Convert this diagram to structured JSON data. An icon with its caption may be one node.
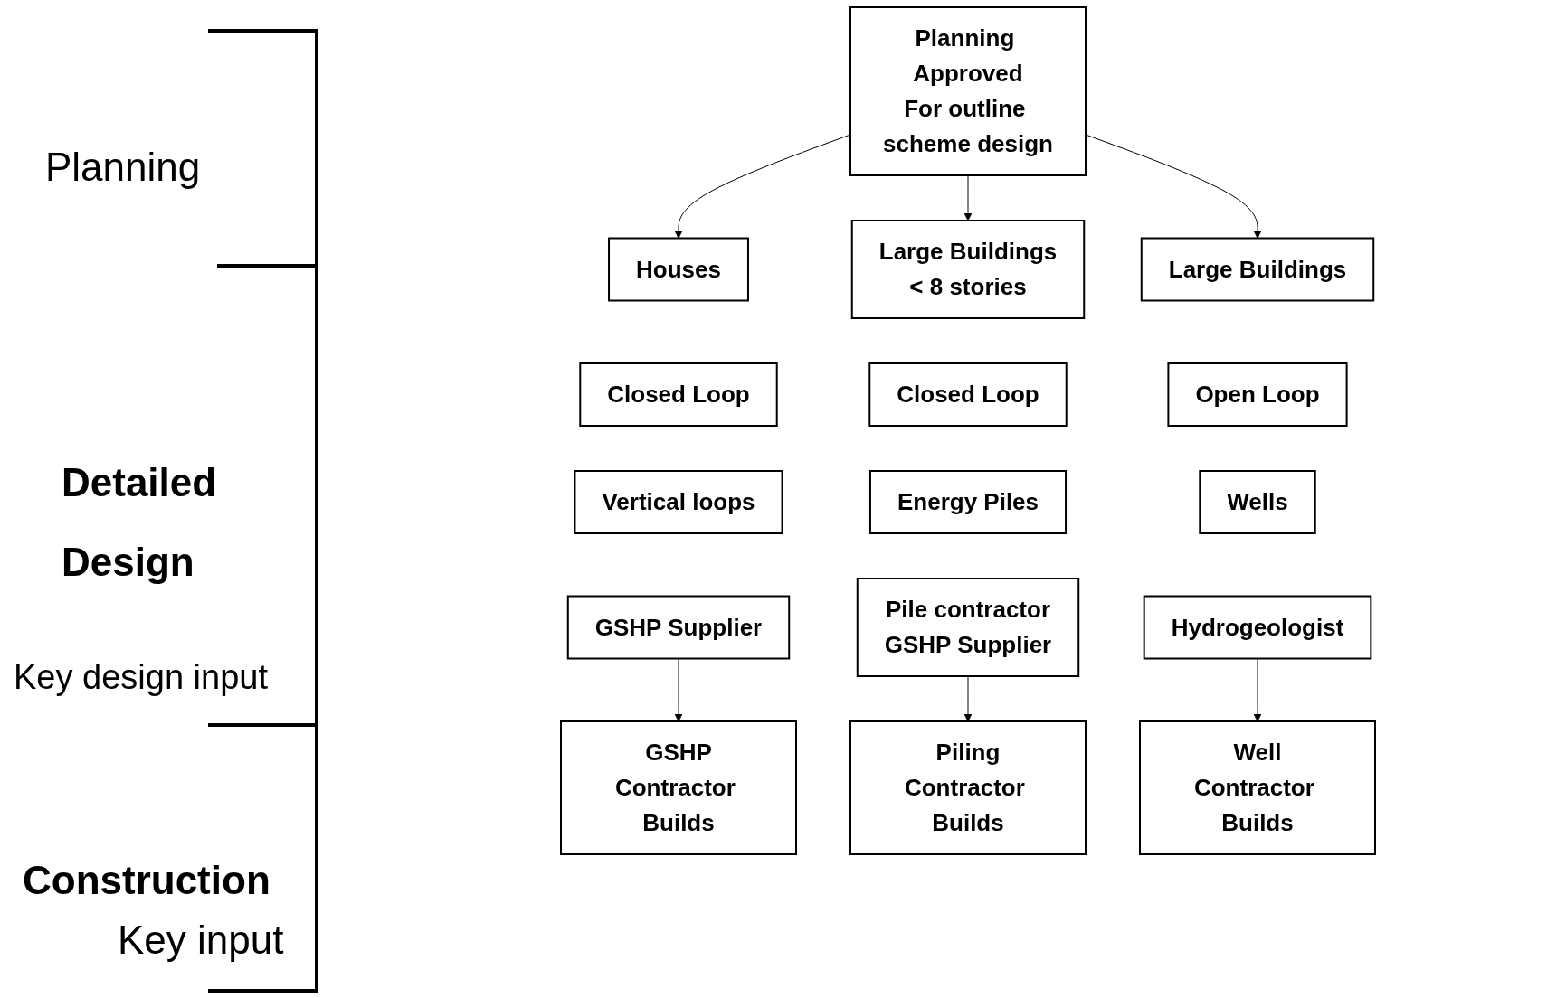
{
  "diagram": {
    "nodes": [
      {
        "text": [
          "Planning Approved",
          "For outline scheme design"
        ]
      },
      {
        "text": [
          "Houses"
        ]
      },
      {
        "text": [
          "Large Buildings",
          "< 8 stories"
        ]
      },
      {
        "text": [
          "Large Buildings"
        ]
      },
      {
        "text": [
          "Closed Loop"
        ]
      },
      {
        "text": [
          "Closed Loop"
        ]
      },
      {
        "text": [
          "Open Loop"
        ]
      },
      {
        "text": [
          "Vertical loops"
        ]
      },
      {
        "text": [
          "Energy Piles"
        ]
      },
      {
        "text": [
          "Wells"
        ]
      },
      {
        "text": [
          "GSHP Supplier"
        ]
      },
      {
        "text": [
          "Pile contractor",
          "GSHP Supplier"
        ]
      },
      {
        "text": [
          "Hydrogeologist"
        ]
      },
      {
        "text": [
          "GSHP",
          "Contractor Builds"
        ]
      },
      {
        "text": [
          "Piling",
          "Contractor Builds"
        ]
      },
      {
        "text": [
          "Well",
          "Contractor Builds"
        ]
      }
    ],
    "edges": [
      {
        "from": 0,
        "to": 1,
        "arrow": "to"
      },
      {
        "from": 0,
        "to": 2,
        "arrow": "to"
      },
      {
        "from": 0,
        "to": 3,
        "arrow": "to"
      },
      {
        "from": 10,
        "to": 13,
        "arrow": "to"
      },
      {
        "from": 11,
        "to": 14,
        "arrow": "to"
      },
      {
        "from": 12,
        "to": 15,
        "arrow": "to"
      }
    ],
    "labels": [
      "Planning",
      "Detailed Design",
      "Key design input",
      "Construction",
      "Key input"
    ]
  }
}
